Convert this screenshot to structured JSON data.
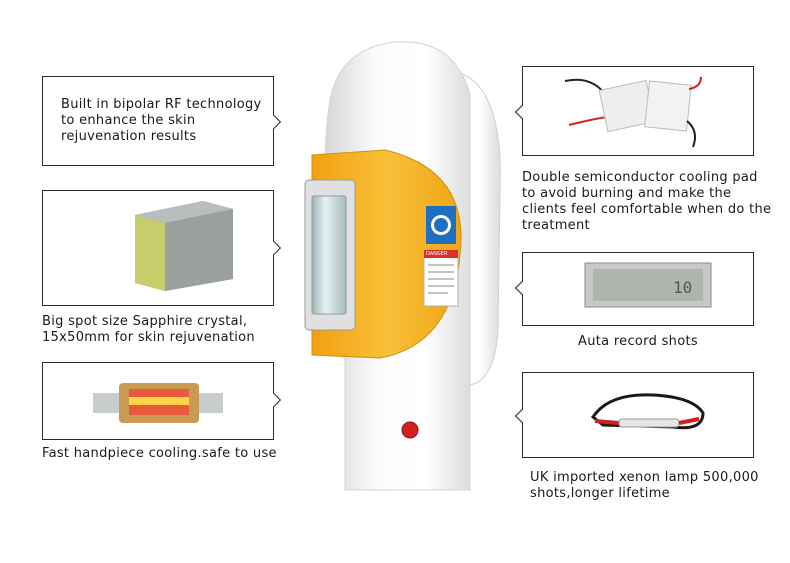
{
  "callouts": {
    "rf": {
      "text": "Built in bipolar RF technology to enhance the skin rejuvenation results"
    },
    "sapphire": {
      "text": "Big spot size Sapphire crystal, 15x50mm for skin rejuvenation"
    },
    "cooling": {
      "text": "Fast handpiece cooling.safe to use"
    },
    "semiconductor": {
      "text": "Double semiconductor cooling pad to avoid burning and make the clients feel comfortable when do the treatment"
    },
    "counter": {
      "text": "Auta record shots"
    },
    "lamp": {
      "text": "UK imported xenon lamp 500,000 shots,longer lifetime"
    }
  },
  "handpiece": {
    "warning_label": "DANGER"
  },
  "colors": {
    "accent_orange": "#f6b21b",
    "border": "#2a2a2a",
    "handpiece_white": "#f4f4f4"
  }
}
